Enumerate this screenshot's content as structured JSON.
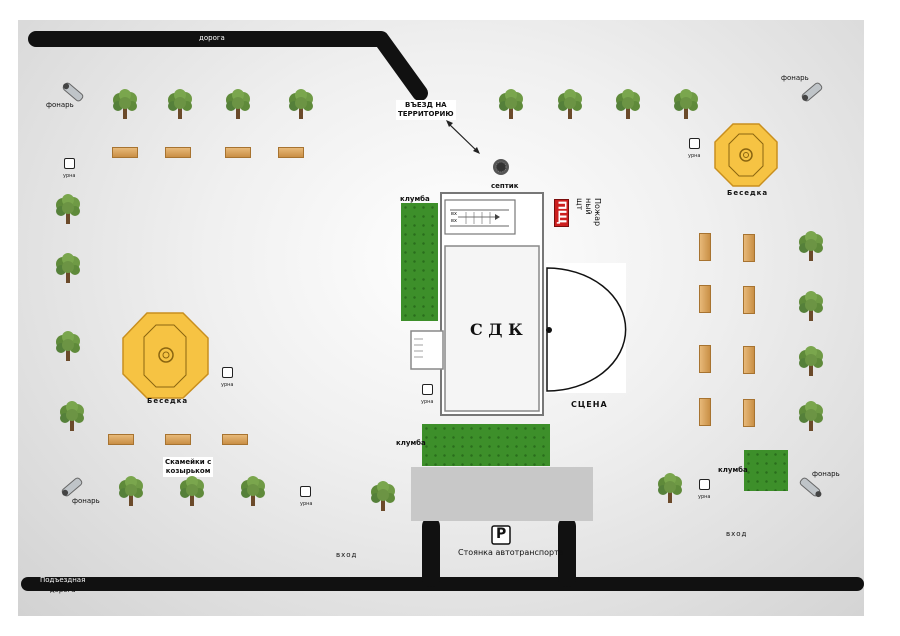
{
  "labels": {
    "road_top": "дорога",
    "entry": "ВЪЕЗД НА ТЕРРИТОРИЮ",
    "septic": "септик",
    "flowerbed_top": "клумба",
    "flowerbed_bottom": "клумба",
    "flowerbed_right": "клумба",
    "fire_badge": "ПЩ",
    "fire_label": "Пожарный щт",
    "fire_label_l1": "Пожар",
    "fire_label_l2": "ный щт",
    "building": "С Д К",
    "stage": "СЦЕНА",
    "gazebo_left": "Беседка",
    "gazebo_right": "Беседка",
    "benches": "Скамейки с козырьком",
    "benches_l1": "Скамейки с",
    "benches_l2": "козырьком",
    "lamp": "фонарь",
    "urn": "урна",
    "entrance": "вход",
    "parking_sign": "P",
    "parking": "Стоянка автотранспорта",
    "access_road": "Подъездная дорога",
    "access_road_l1": "Подъездная",
    "access_road_l2": "дорога",
    "stair_in": "вх",
    "stair_in2": "вх"
  },
  "colors": {
    "road": "#111111",
    "flowerbed": "#3d8f2a",
    "gazebo": "#f6c343",
    "bench": "#d9a15a",
    "tree": "#5f8a3a",
    "parking_area": "#c8c8c8",
    "fire_badge": "#cc1f1f"
  },
  "icons": [
    "tree-icon",
    "street-lamp-icon",
    "urn-icon",
    "gazebo-icon",
    "bench-icon",
    "septic-icon",
    "parking-icon"
  ]
}
